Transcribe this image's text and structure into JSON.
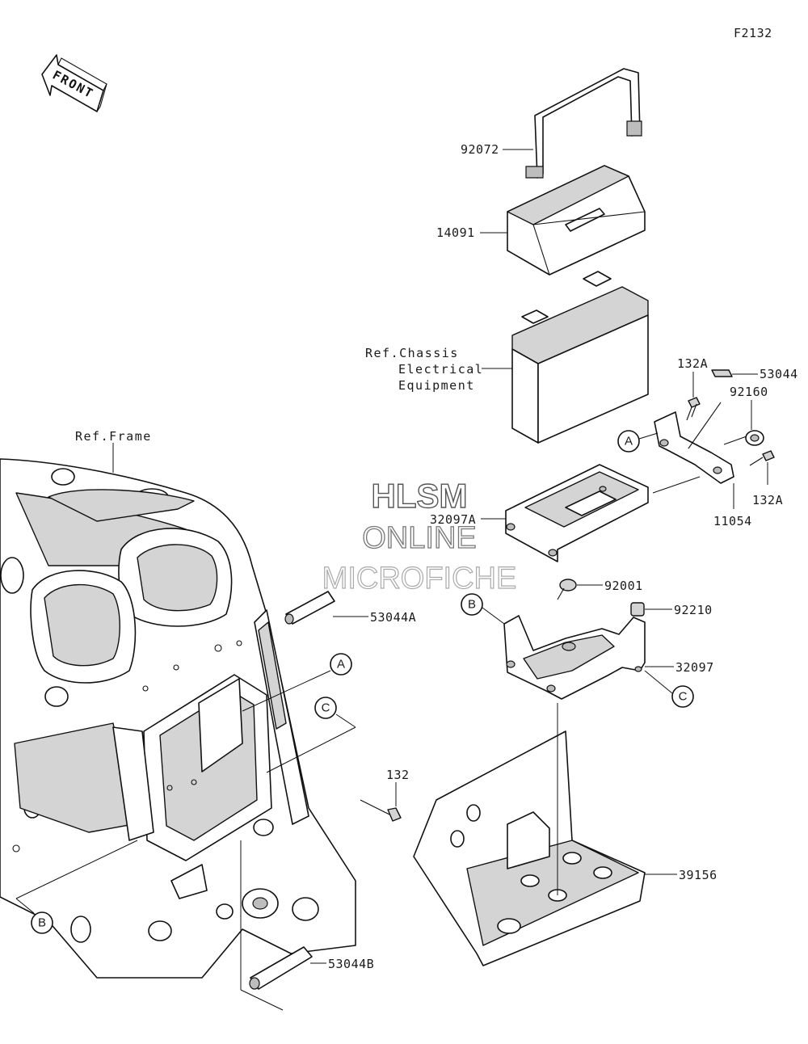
{
  "figure_code": "F2132",
  "front_arrow": "FRONT",
  "refs": {
    "frame": "Ref.Frame",
    "chassis_line1": "Ref.Chassis",
    "chassis_line2": "Electrical",
    "chassis_line3": "Equipment"
  },
  "parts": {
    "p92072": "92072",
    "p14091": "14091",
    "p132A_top": "132A",
    "p53044": "53044",
    "p92160": "92160",
    "p132A_bottom": "132A",
    "p11054": "11054",
    "p32097A": "32097A",
    "p92001": "92001",
    "p92210": "92210",
    "p32097": "32097",
    "p53044A": "53044A",
    "p132": "132",
    "p39156": "39156",
    "p53044B": "53044B"
  },
  "callouts": {
    "A1": "A",
    "A2": "A",
    "B1": "B",
    "B2": "B",
    "C1": "C",
    "C2": "C"
  },
  "watermark": {
    "line1": "HLSM",
    "line2": "ONLINE",
    "line3": "MICROFICHE"
  }
}
